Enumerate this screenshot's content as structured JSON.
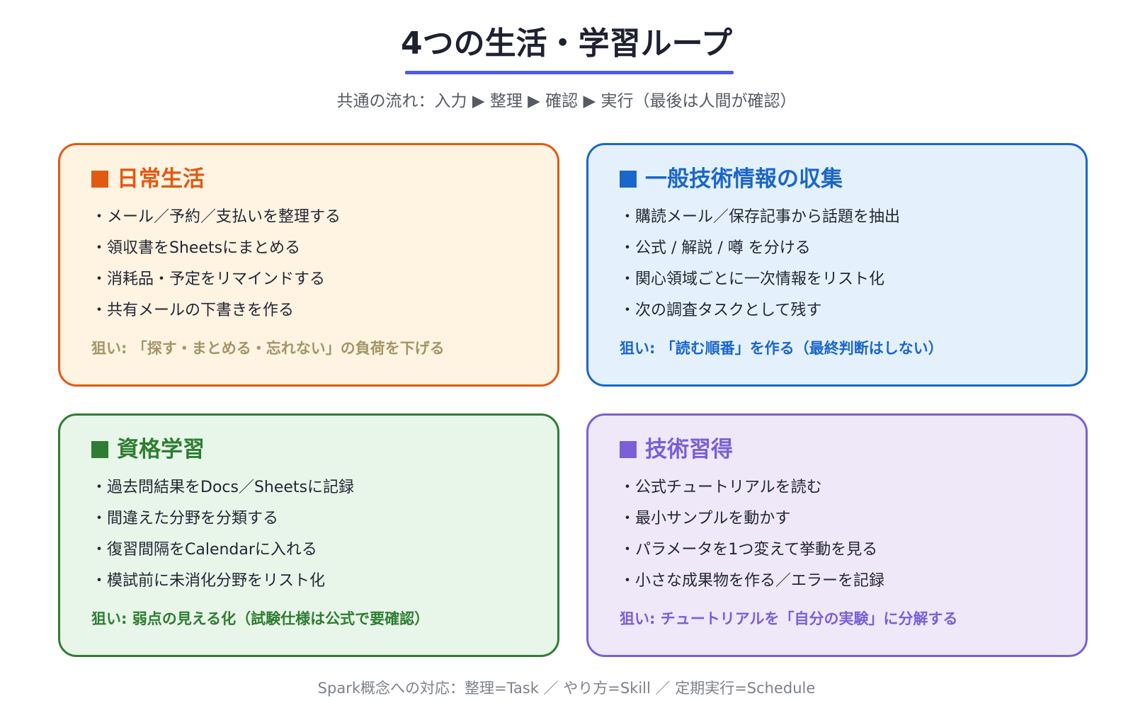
{
  "header": {
    "title": "4つの生活・学習ループ",
    "subtitle": "共通の流れ：入力 ▶ 整理 ▶ 確認 ▶ 実行（最後は人間が確認）"
  },
  "cards": [
    {
      "title": "日常生活",
      "items": [
        "メール／予約／支払いを整理する",
        "領収書をSheetsにまとめる",
        "消耗品・予定をリマインドする",
        "共有メールの下書きを作る"
      ],
      "aim": "狙い: 「探す・まとめる・忘れない」の負荷を下げる",
      "colors": {
        "border": "#e05a12",
        "bg": "#fff3e2",
        "title": "#e05a12",
        "aim": "#a39566"
      }
    },
    {
      "title": "一般技術情報の収集",
      "items": [
        "購読メール／保存記事から話題を抽出",
        "公式 / 解説 / 噂 を分ける",
        "関心領域ごとに一次情報をリスト化",
        "次の調査タスクとして残す"
      ],
      "aim": "狙い: 「読む順番」を作る（最終判断はしない）",
      "colors": {
        "border": "#1b66c9",
        "bg": "#e4f1fd",
        "title": "#1b66c9",
        "aim": "#1b66c9"
      }
    },
    {
      "title": "資格学習",
      "items": [
        "過去問結果をDocs／Sheetsに記録",
        "間違えた分野を分類する",
        "復習間隔をCalendarに入れる",
        "模試前に未消化分野をリスト化"
      ],
      "aim": "狙い: 弱点の見える化（試験仕様は公式で要確認）",
      "colors": {
        "border": "#2e7d32",
        "bg": "#e8f5e9",
        "title": "#2e7d32",
        "aim": "#2e7d32"
      }
    },
    {
      "title": "技術習得",
      "items": [
        "公式チュートリアルを読む",
        "最小サンプルを動かす",
        "パラメータを1つ変えて挙動を見る",
        "小さな成果物を作る／エラーを記録"
      ],
      "aim": "狙い: チュートリアルを「自分の実験」に分解する",
      "colors": {
        "border": "#7b5fd6",
        "bg": "#eee8f8",
        "title": "#7b5fd6",
        "aim": "#7b5fd6"
      }
    }
  ],
  "footer": {
    "text": "Spark概念への対応：整理=Task ／ やり方=Skill ／ 定期実行=Schedule"
  }
}
